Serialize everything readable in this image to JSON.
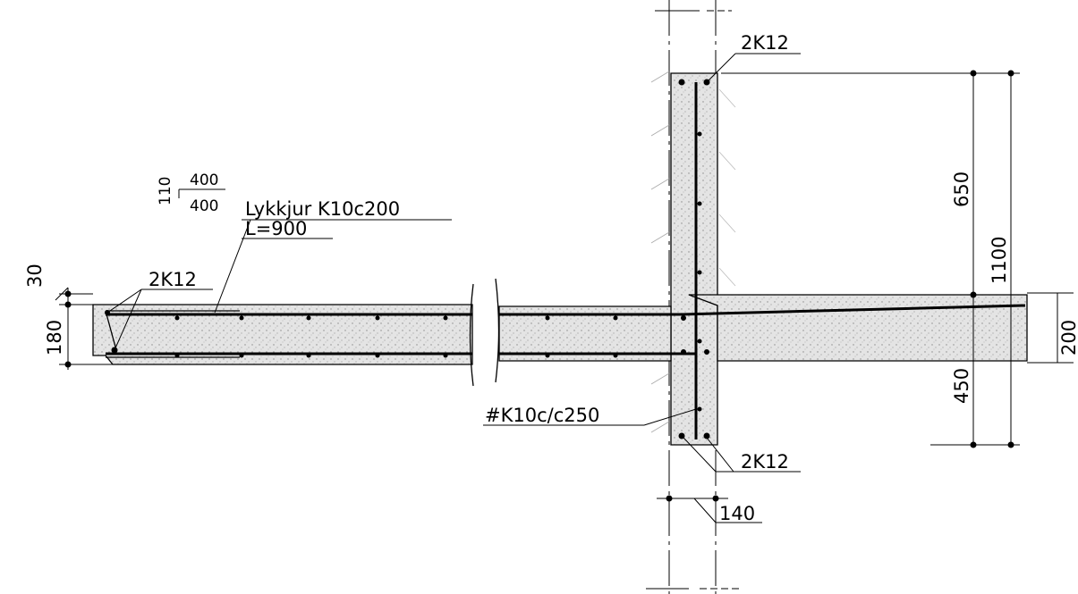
{
  "labels": {
    "top_wall_bars": "2K12",
    "bottom_wall_bars": "2K12",
    "slab_end_bars": "2K12",
    "lap_bar": "Lykkjur K10c200",
    "lap_length": "L=900",
    "bend_len_top": "400",
    "bend_len_bottom": "400",
    "bend_rise": "110",
    "wall_mesh": "#K10c/c250",
    "wall_thickness": "140"
  },
  "dimensions": {
    "wall_above_slab": "650",
    "wall_total_height": "1100",
    "wall_below_slab_top": "450",
    "slab_thickness_right": "200",
    "slab_thickness_left": "180",
    "slab_step": "30"
  }
}
